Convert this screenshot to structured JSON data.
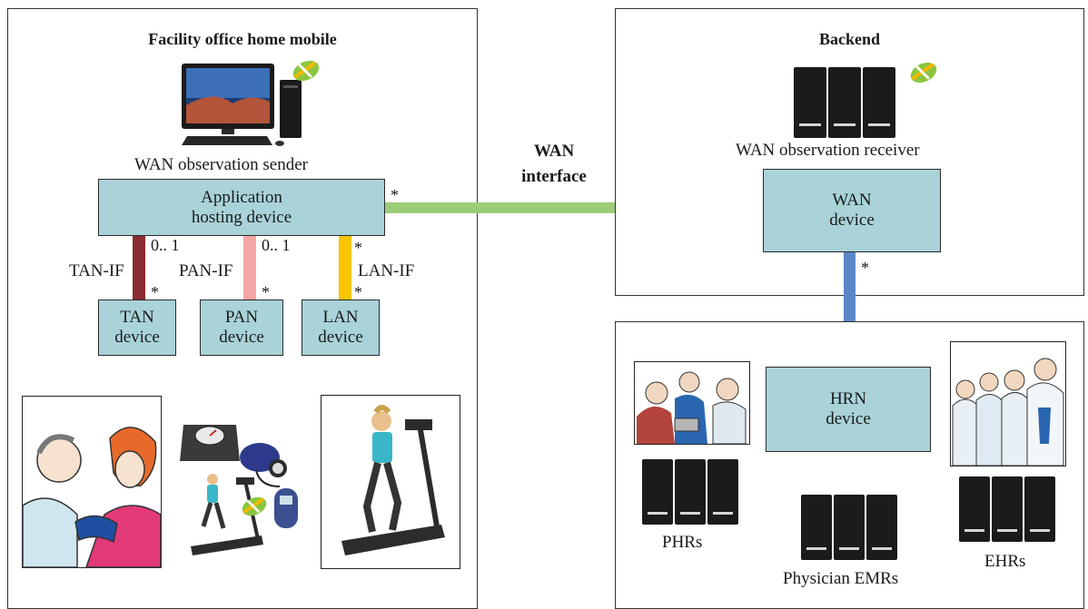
{
  "left_panel": {
    "title": "Facility office home mobile",
    "sender_label": "WAN observation sender",
    "app_device": [
      "Application",
      "hosting device"
    ],
    "tan": {
      "if_label": "TAN-IF",
      "mult_top": "0.. 1",
      "mult_bottom": "*",
      "device": [
        "TAN",
        "device"
      ],
      "color": "#8b2b32"
    },
    "pan": {
      "if_label": "PAN-IF",
      "mult_top": "0.. 1",
      "mult_bottom": "*",
      "device": [
        "PAN",
        "device"
      ],
      "color": "#f4a6a2"
    },
    "lan": {
      "if_label": "LAN-IF",
      "mult_top": "*",
      "mult_bottom": "*",
      "device": [
        "LAN",
        "device"
      ],
      "color": "#f7c600"
    }
  },
  "wan_interface": {
    "label": [
      "WAN",
      "interface"
    ],
    "mult_left": "*",
    "mult_right": "*",
    "color": "#9ccc78"
  },
  "backend_panel": {
    "title": "Backend",
    "receiver_label": "WAN observation receiver",
    "wan_device": [
      "WAN",
      "device"
    ],
    "mult_down": "*"
  },
  "health_panel": {
    "link_mult": "*",
    "link_color": "#5b86c5",
    "hrn_device": [
      "HRN",
      "device"
    ],
    "phrs_label": "PHRs",
    "emrs_label": "Physician EMRs",
    "ehrs_label": "EHRs"
  },
  "colors": {
    "device_fill": "#a9d3d8",
    "logo_green": "#8cc63f",
    "logo_yellow": "#f2b800"
  }
}
